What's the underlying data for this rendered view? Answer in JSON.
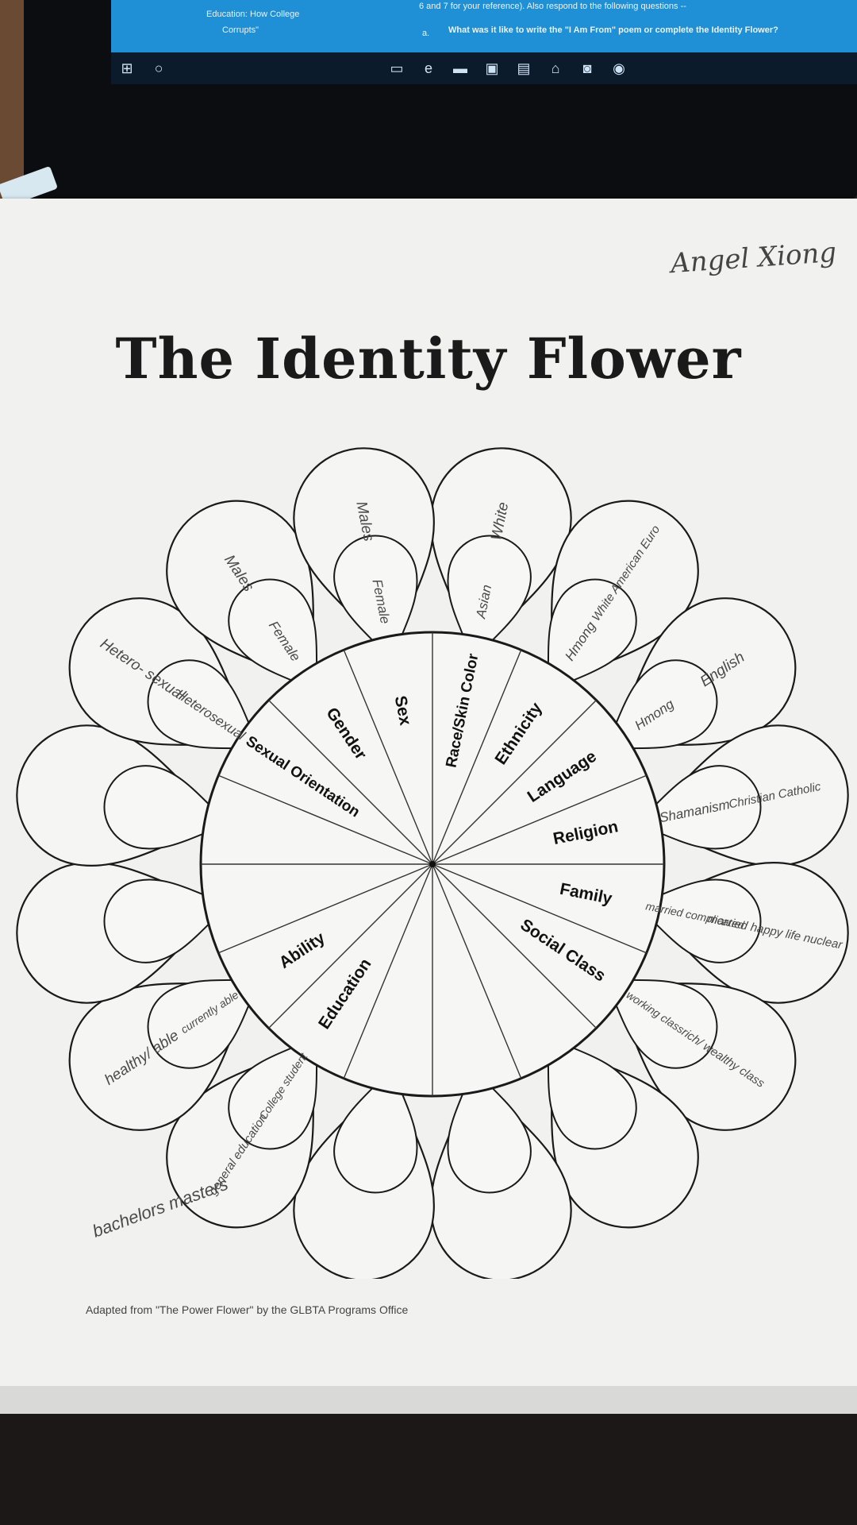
{
  "screen": {
    "doc_lines": [
      "Education: How College",
      "Corrupts\"",
      "6 and 7 for your reference).  Also respond to the following questions --",
      "a.",
      "What was it like to write the \"I Am From\" poem or complete the Identity Flower?"
    ]
  },
  "page": {
    "signature": "Angel Xiong",
    "title": "The Identity Flower",
    "footer": "Adapted from \"The Power Flower\" by the GLBTA Programs Office"
  },
  "categories": [
    {
      "label": "Race/Skin Color",
      "inner": "Asian",
      "outer": "White"
    },
    {
      "label": "Ethnicity",
      "inner": "Hmong",
      "outer": "White American Euro"
    },
    {
      "label": "Language",
      "inner": "Hmong",
      "outer": "English"
    },
    {
      "label": "Religion",
      "inner": "Shamanism",
      "outer": "Christian Catholic"
    },
    {
      "label": "Family",
      "inner": "married complicated",
      "outer": "married happy life nuclear"
    },
    {
      "label": "Social Class",
      "inner": "working class",
      "outer": "rich/ wealthy class"
    },
    {
      "label": "",
      "inner": "",
      "outer": ""
    },
    {
      "label": "",
      "inner": "",
      "outer": ""
    },
    {
      "label": "",
      "inner": "",
      "outer": ""
    },
    {
      "label": "Education",
      "inner": "College student",
      "outer": "general education"
    },
    {
      "label": "Ability",
      "inner": "currently able",
      "outer": "healthy/ able"
    },
    {
      "label": "",
      "inner": "",
      "outer": ""
    },
    {
      "label": "",
      "inner": "",
      "outer": ""
    },
    {
      "label": "Sexual Orientation",
      "inner": "Heterosexual",
      "outer": "Hetero- sexual"
    },
    {
      "label": "Gender",
      "inner": "Female",
      "outer": "Males"
    },
    {
      "label": "Sex",
      "inner": "Female",
      "outer": "Males"
    }
  ],
  "margin_note": "bachelors masters"
}
